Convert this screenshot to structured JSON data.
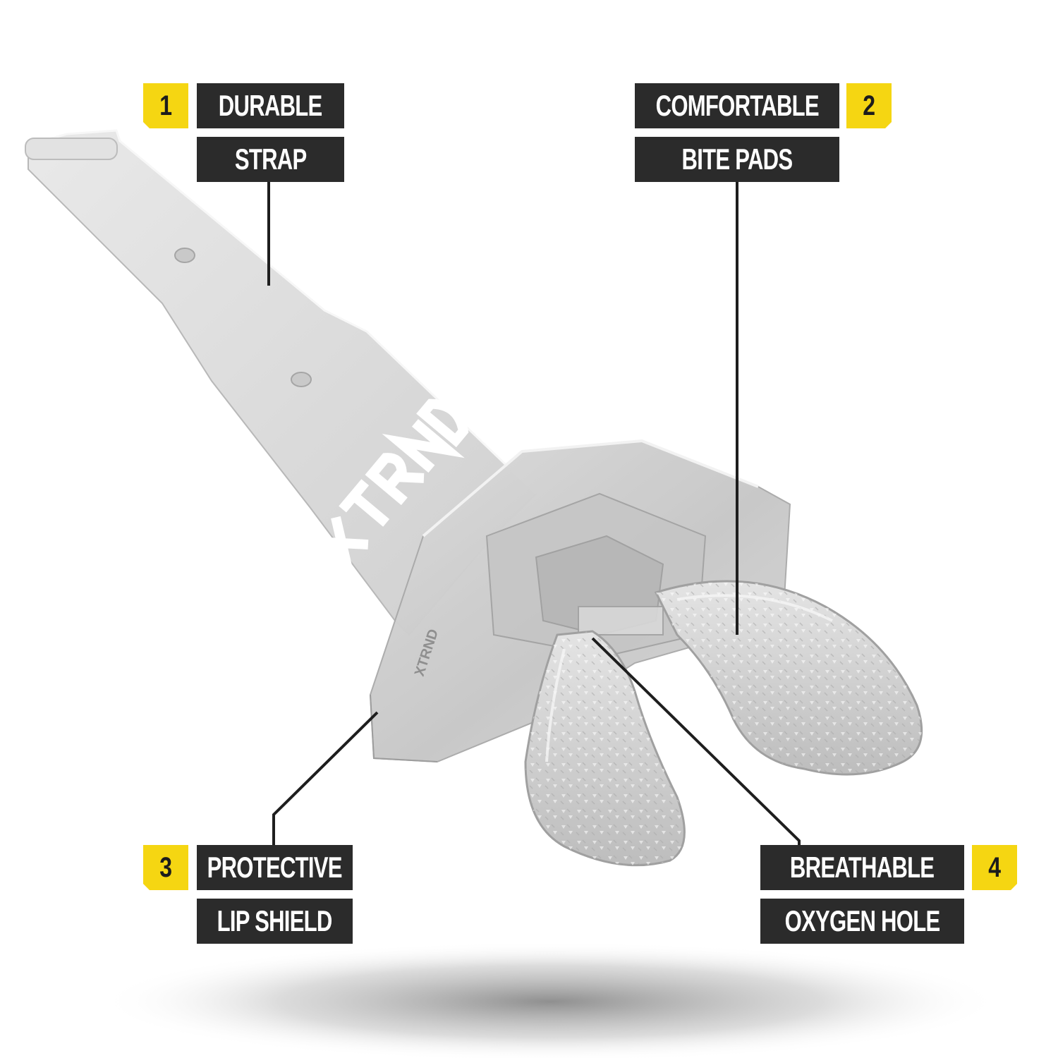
{
  "brand": "XTRND",
  "colors": {
    "plate": "#2b2b2b",
    "badge": "#f5d612",
    "leader": "#1e1e1e"
  },
  "callouts": [
    {
      "number": "1",
      "line1": "DURABLE",
      "line2": "STRAP"
    },
    {
      "number": "2",
      "line1": "COMFORTABLE",
      "line2": "BITE PADS"
    },
    {
      "number": "3",
      "line1": "PROTECTIVE",
      "line2": "LIP SHIELD"
    },
    {
      "number": "4",
      "line1": "BREATHABLE",
      "line2": "OXYGEN HOLE"
    }
  ]
}
